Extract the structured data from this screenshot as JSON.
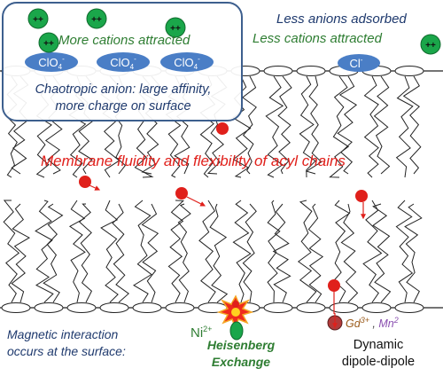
{
  "colors": {
    "cation_green": "#1aa64a",
    "anion_blue": "#4a7ec6",
    "lipid_red": "#e0201b",
    "box_border": "#3d5f8e",
    "text_green": "#2e7d32",
    "text_blue": "#1f3a6e"
  },
  "cation_symbol": "++",
  "anion_left": {
    "base": "ClO",
    "sub": "4",
    "sup": "-"
  },
  "anion_right": {
    "base": "Cl",
    "sup": "-"
  },
  "labels": {
    "more_cations": "More cations attracted",
    "chaotropic_line1": "Chaotropic anion: large affinity,",
    "chaotropic_line2": "more charge on surface",
    "less_anions": "Less anions adsorbed",
    "less_cations": "Less cations attracted",
    "fluidity": "Membrane fluidity and flexibility of acyl chains",
    "magnetic_line1": "Magnetic interaction",
    "magnetic_line2": "occurs at the surface:",
    "ni": "Ni",
    "ni_sup": "2+",
    "heisenberg_line1": "Heisenberg",
    "heisenberg_line2": "Exchange",
    "gd": "Gd",
    "gd_sup": "3+",
    "mn_sep": " , ",
    "mn": "Mn",
    "mn_sup": "2",
    "dynamic_line1": "Dynamic",
    "dynamic_line2": "dipole-dipole"
  }
}
